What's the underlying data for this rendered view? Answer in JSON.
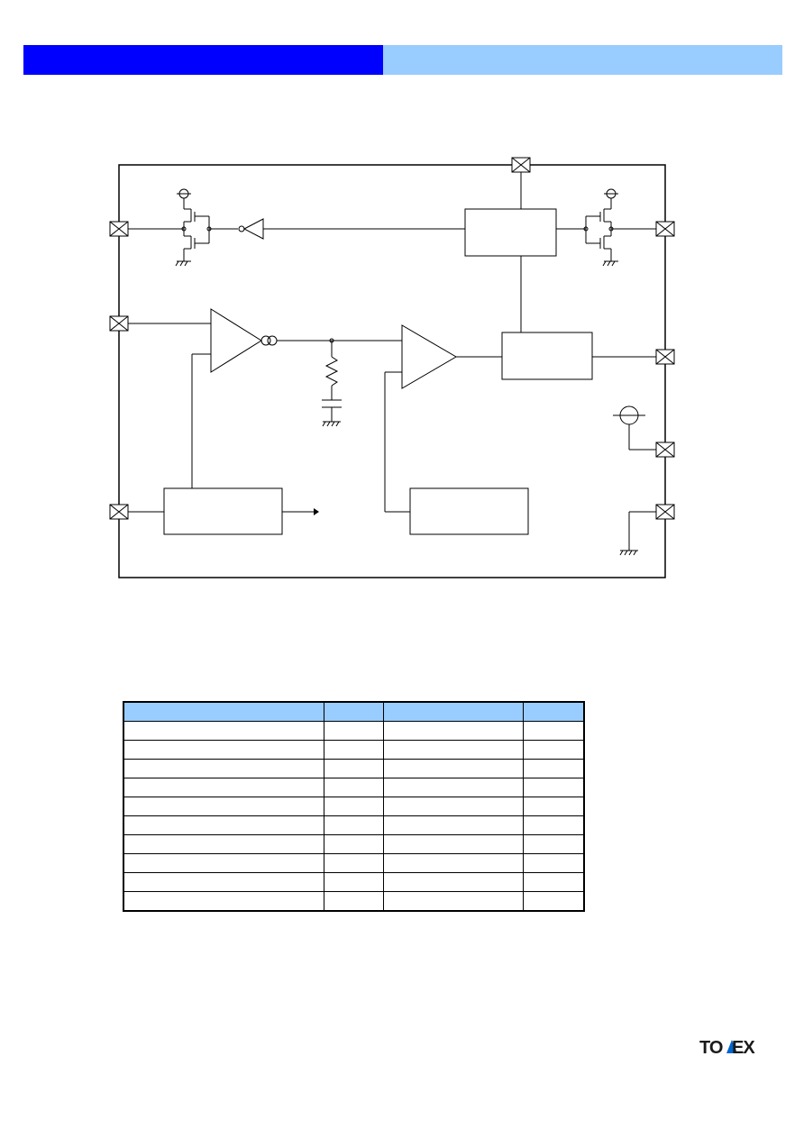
{
  "header": {
    "left_color": "#0000ff",
    "right_color": "#99ccff"
  },
  "block_diagram": {
    "pins": [
      "pin-top",
      "pin-left-1",
      "pin-left-2",
      "pin-left-3",
      "pin-right-1",
      "pin-right-2",
      "pin-right-3",
      "pin-right-4"
    ],
    "blocks": [
      "control-logic-block",
      "pwm-block",
      "reference-block",
      "vref-block"
    ]
  },
  "table": {
    "header_color": "#99ccff",
    "columns": [
      "",
      "",
      "",
      ""
    ],
    "rows": [
      [
        "",
        "",
        "",
        ""
      ],
      [
        "",
        "",
        "",
        ""
      ],
      [
        "",
        "",
        "",
        ""
      ],
      [
        "",
        "",
        "",
        ""
      ],
      [
        "",
        "",
        "",
        ""
      ],
      [
        "",
        "",
        "",
        ""
      ],
      [
        "",
        "",
        "",
        ""
      ],
      [
        "",
        "",
        "",
        ""
      ],
      [
        "",
        "",
        "",
        ""
      ],
      [
        "",
        "",
        "",
        ""
      ]
    ]
  },
  "logo": {
    "brand": "TOREX",
    "accent_color": "#0066cc"
  }
}
